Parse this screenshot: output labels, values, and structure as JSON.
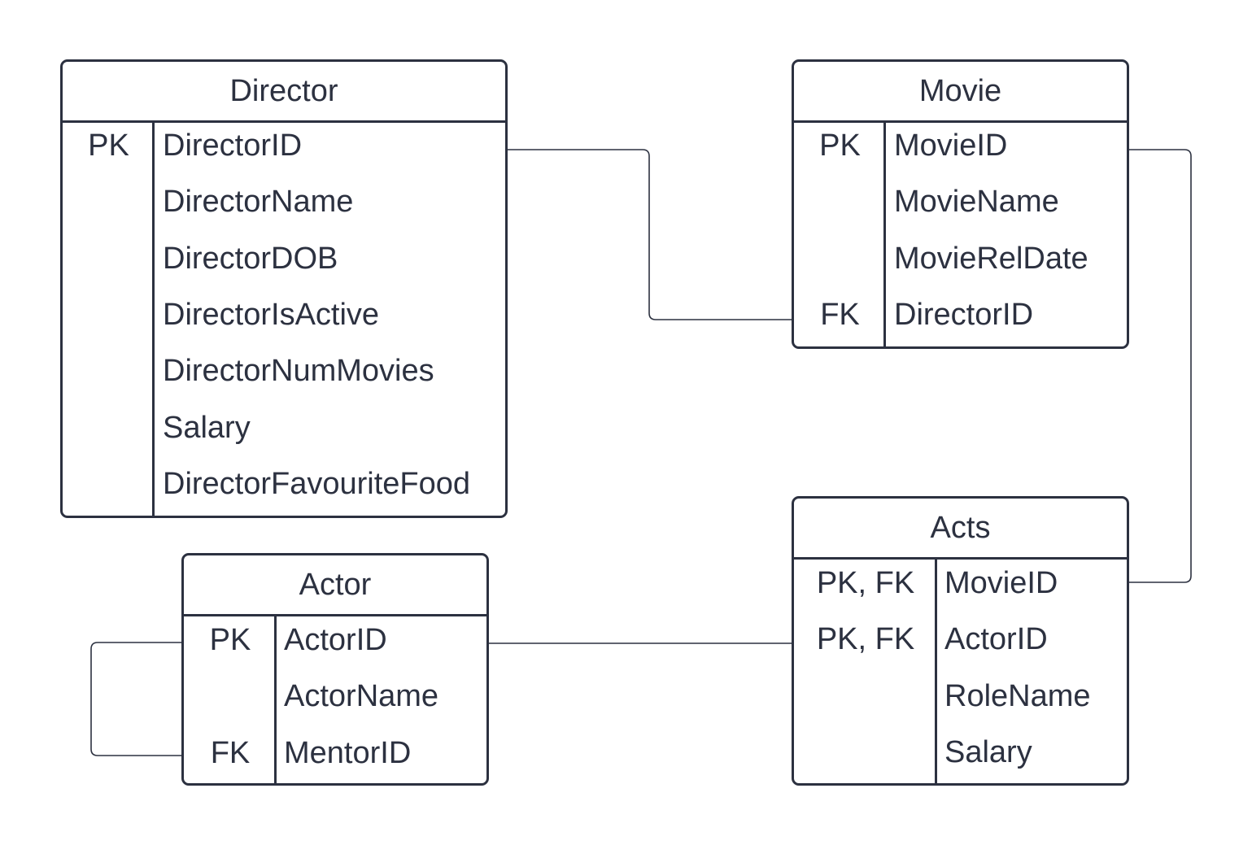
{
  "entities": {
    "director": {
      "name": "Director",
      "fields": [
        {
          "key": "PK",
          "name": "DirectorID"
        },
        {
          "key": "",
          "name": "DirectorName"
        },
        {
          "key": "",
          "name": "DirectorDOB"
        },
        {
          "key": "",
          "name": "DirectorIsActive"
        },
        {
          "key": "",
          "name": "DirectorNumMovies"
        },
        {
          "key": "",
          "name": "Salary"
        },
        {
          "key": "",
          "name": "DirectorFavouriteFood"
        }
      ]
    },
    "movie": {
      "name": "Movie",
      "fields": [
        {
          "key": "PK",
          "name": "MovieID"
        },
        {
          "key": "",
          "name": "MovieName"
        },
        {
          "key": "",
          "name": "MovieRelDate"
        },
        {
          "key": "FK",
          "name": "DirectorID"
        }
      ]
    },
    "actor": {
      "name": "Actor",
      "fields": [
        {
          "key": "PK",
          "name": "ActorID"
        },
        {
          "key": "",
          "name": "ActorName"
        },
        {
          "key": "FK",
          "name": "MentorID"
        }
      ]
    },
    "acts": {
      "name": "Acts",
      "fields": [
        {
          "key": "PK, FK",
          "name": "MovieID"
        },
        {
          "key": "PK, FK",
          "name": "ActorID"
        },
        {
          "key": "",
          "name": "RoleName"
        },
        {
          "key": "",
          "name": "Salary"
        }
      ]
    }
  },
  "relationships": [
    {
      "from": "Director.DirectorID",
      "to": "Movie.DirectorID"
    },
    {
      "from": "Movie.MovieID",
      "to": "Acts.MovieID"
    },
    {
      "from": "Actor.ActorID",
      "to": "Acts.ActorID"
    },
    {
      "from": "Actor.ActorID",
      "to": "Actor.MentorID"
    }
  ],
  "colors": {
    "stroke": "#2c3140",
    "background": "#ffffff"
  }
}
